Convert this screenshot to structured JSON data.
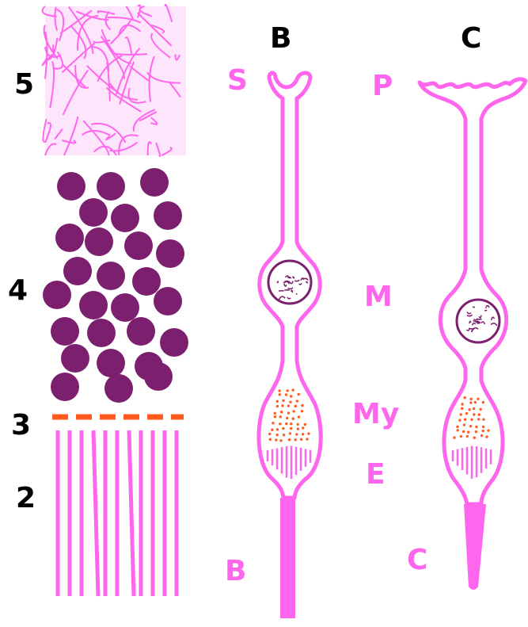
{
  "colors": {
    "pink": "#ff66ee",
    "purple": "#7b1f6e",
    "orange": "#ff5a1f",
    "black": "#000000"
  },
  "layers": {
    "label_5": "5",
    "label_4": "4",
    "label_3": "3",
    "label_2": "2"
  },
  "rod": {
    "title": "B",
    "label_s": "S",
    "label_b": "B"
  },
  "cone": {
    "title": "C",
    "label_p": "P",
    "label_c": "C"
  },
  "regions": {
    "label_m": "M",
    "label_my": "My",
    "label_e": "E"
  }
}
